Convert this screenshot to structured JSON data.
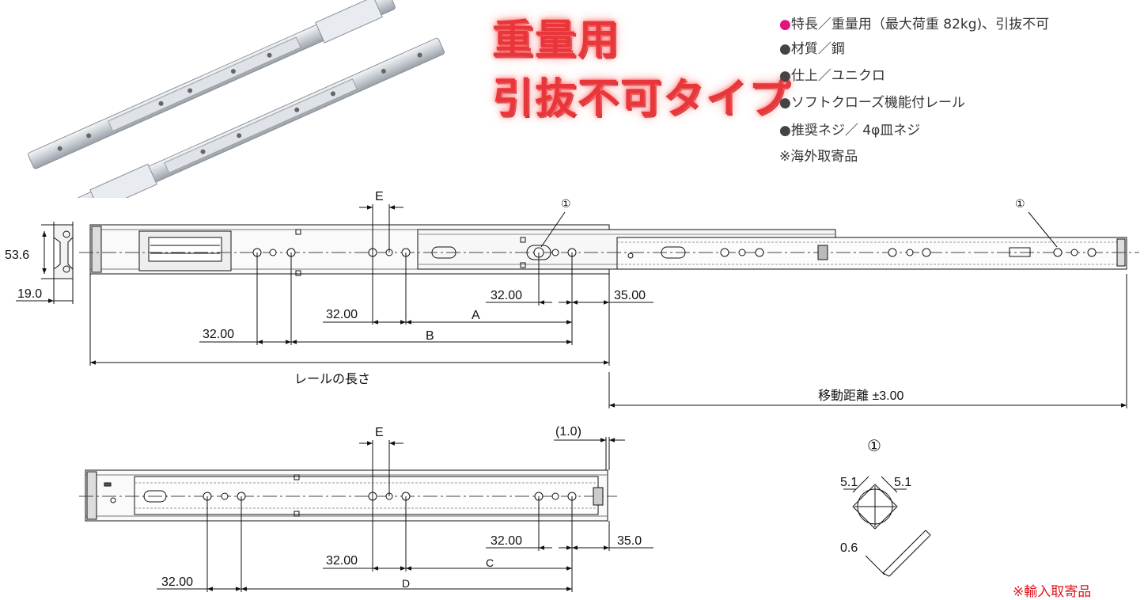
{
  "title": {
    "line1": "重量用",
    "line2": "引抜不可タイプ"
  },
  "specs": [
    {
      "bullet": "●",
      "text": "特長／重量用（最大荷重 82kg)、引抜不可",
      "color": "#e0157e"
    },
    {
      "bullet": "●",
      "text": "材質／鋼",
      "color": "#444444"
    },
    {
      "bullet": "●",
      "text": "仕上／ユニクロ",
      "color": "#444444"
    },
    {
      "bullet": "●",
      "text": "ソフトクローズ機能付レール",
      "color": "#444444"
    },
    {
      "bullet": "●",
      "text": "推奨ネジ／ 4φ皿ネジ",
      "color": "#444444"
    },
    {
      "bullet": "",
      "text": "※海外取寄品",
      "color": "#444444"
    }
  ],
  "section_view": {
    "height": "53.6",
    "width": "19.0"
  },
  "top_drawing": {
    "label_E": "E",
    "marker1": "①",
    "marker2": "①",
    "dim_32a": "32.00",
    "dim_35": "35.00",
    "dim_32b": "32.00",
    "label_A": "A",
    "dim_32c": "32.00",
    "label_B": "B",
    "rail_length": "レールの長さ",
    "travel": "移動距離 ±3.00"
  },
  "bottom_drawing": {
    "label_E": "E",
    "offset": "(1.0)",
    "dim_32a": "32.00",
    "dim_35": "35.0",
    "dim_32b": "32.00",
    "label_C": "C",
    "dim_32c": "32.00",
    "label_D": "D"
  },
  "detail": {
    "marker": "①",
    "dim_left": "5.1",
    "dim_right": "5.1",
    "dim_thick": "0.6"
  },
  "footnote": "※輸入取寄品"
}
